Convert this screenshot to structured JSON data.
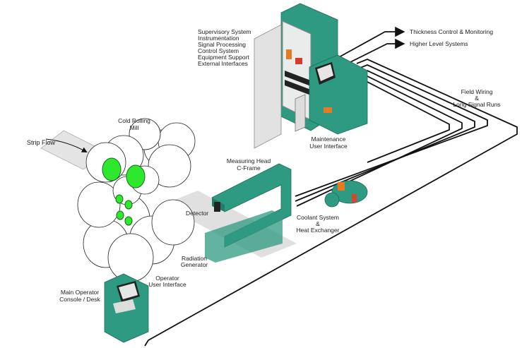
{
  "colors": {
    "equipment": "#2f9a82",
    "roll_ends": "#2ee82e",
    "accent_orange": "#e67a22",
    "cables": "#111111"
  },
  "labels": {
    "supervisory": [
      "Supervisory System",
      "Instrumentation",
      "Signal Processing",
      "Control System",
      "Equipment Support",
      "External Interfaces"
    ],
    "thickness": "Thickness Control & Monitoring",
    "higher": "Higher Level Systems",
    "field_wiring": [
      "Field Wiring",
      "&",
      "Long Signal Runs"
    ],
    "maintenance": [
      "Maintenance",
      "User Interface"
    ],
    "mill": [
      "Cold Rolling",
      "Mill"
    ],
    "strip_flow": "Strip Flow",
    "measuring_head": [
      "Measuring Head",
      "C-Frame"
    ],
    "detector": "Detector",
    "coolant": [
      "Coolant System",
      "&",
      "Heat Exchanger"
    ],
    "radiation": [
      "Radiation",
      "Generator"
    ],
    "operator_ui": [
      "Operator",
      "User Interface"
    ],
    "main_console": [
      "Main Operator",
      "Console / Desk"
    ]
  }
}
